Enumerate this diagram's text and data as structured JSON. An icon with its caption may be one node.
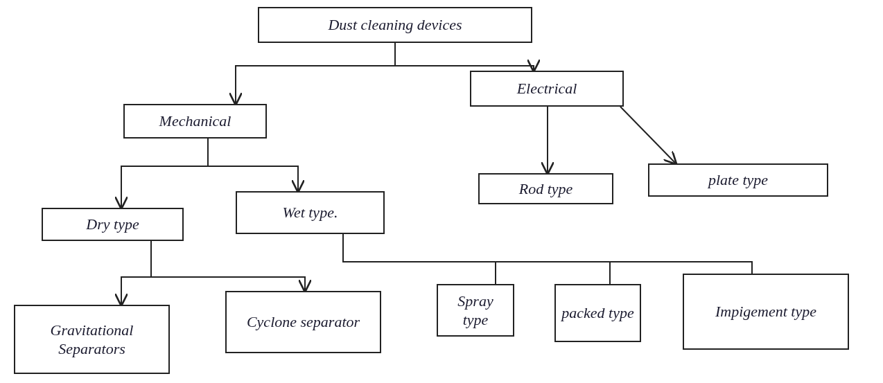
{
  "diagram": {
    "nodes": [
      {
        "text": [
          "Dust cleaning devices"
        ]
      },
      {
        "text": [
          "Mechanical"
        ]
      },
      {
        "text": [
          "Electrical"
        ]
      },
      {
        "text": [
          "Rod type"
        ]
      },
      {
        "text": [
          "plate type"
        ]
      },
      {
        "text": [
          "Dry type"
        ]
      },
      {
        "text": [
          "Wet type."
        ]
      },
      {
        "text": [
          "Gravitational Separators"
        ]
      },
      {
        "text": [
          "Cyclone separator"
        ]
      },
      {
        "text": [
          "Spray type"
        ]
      },
      {
        "text": [
          "packed type"
        ]
      },
      {
        "text": [
          "Impigement type"
        ]
      }
    ],
    "edges": [
      {
        "from": 0,
        "to": 1,
        "arrow": "to"
      },
      {
        "from": 0,
        "to": 2,
        "arrow": "to"
      },
      {
        "from": 1,
        "to": 5,
        "arrow": "to"
      },
      {
        "from": 1,
        "to": 6,
        "arrow": "to"
      },
      {
        "from": 2,
        "to": 3,
        "arrow": "to"
      },
      {
        "from": 2,
        "to": 4,
        "arrow": "to"
      },
      {
        "from": 5,
        "to": 7,
        "arrow": "to"
      },
      {
        "from": 5,
        "to": 8,
        "arrow": "to"
      },
      {
        "from": 6,
        "to": 9,
        "arrow": "none"
      },
      {
        "from": 6,
        "to": 10,
        "arrow": "none"
      },
      {
        "from": 6,
        "to": 11,
        "arrow": "none"
      }
    ]
  }
}
